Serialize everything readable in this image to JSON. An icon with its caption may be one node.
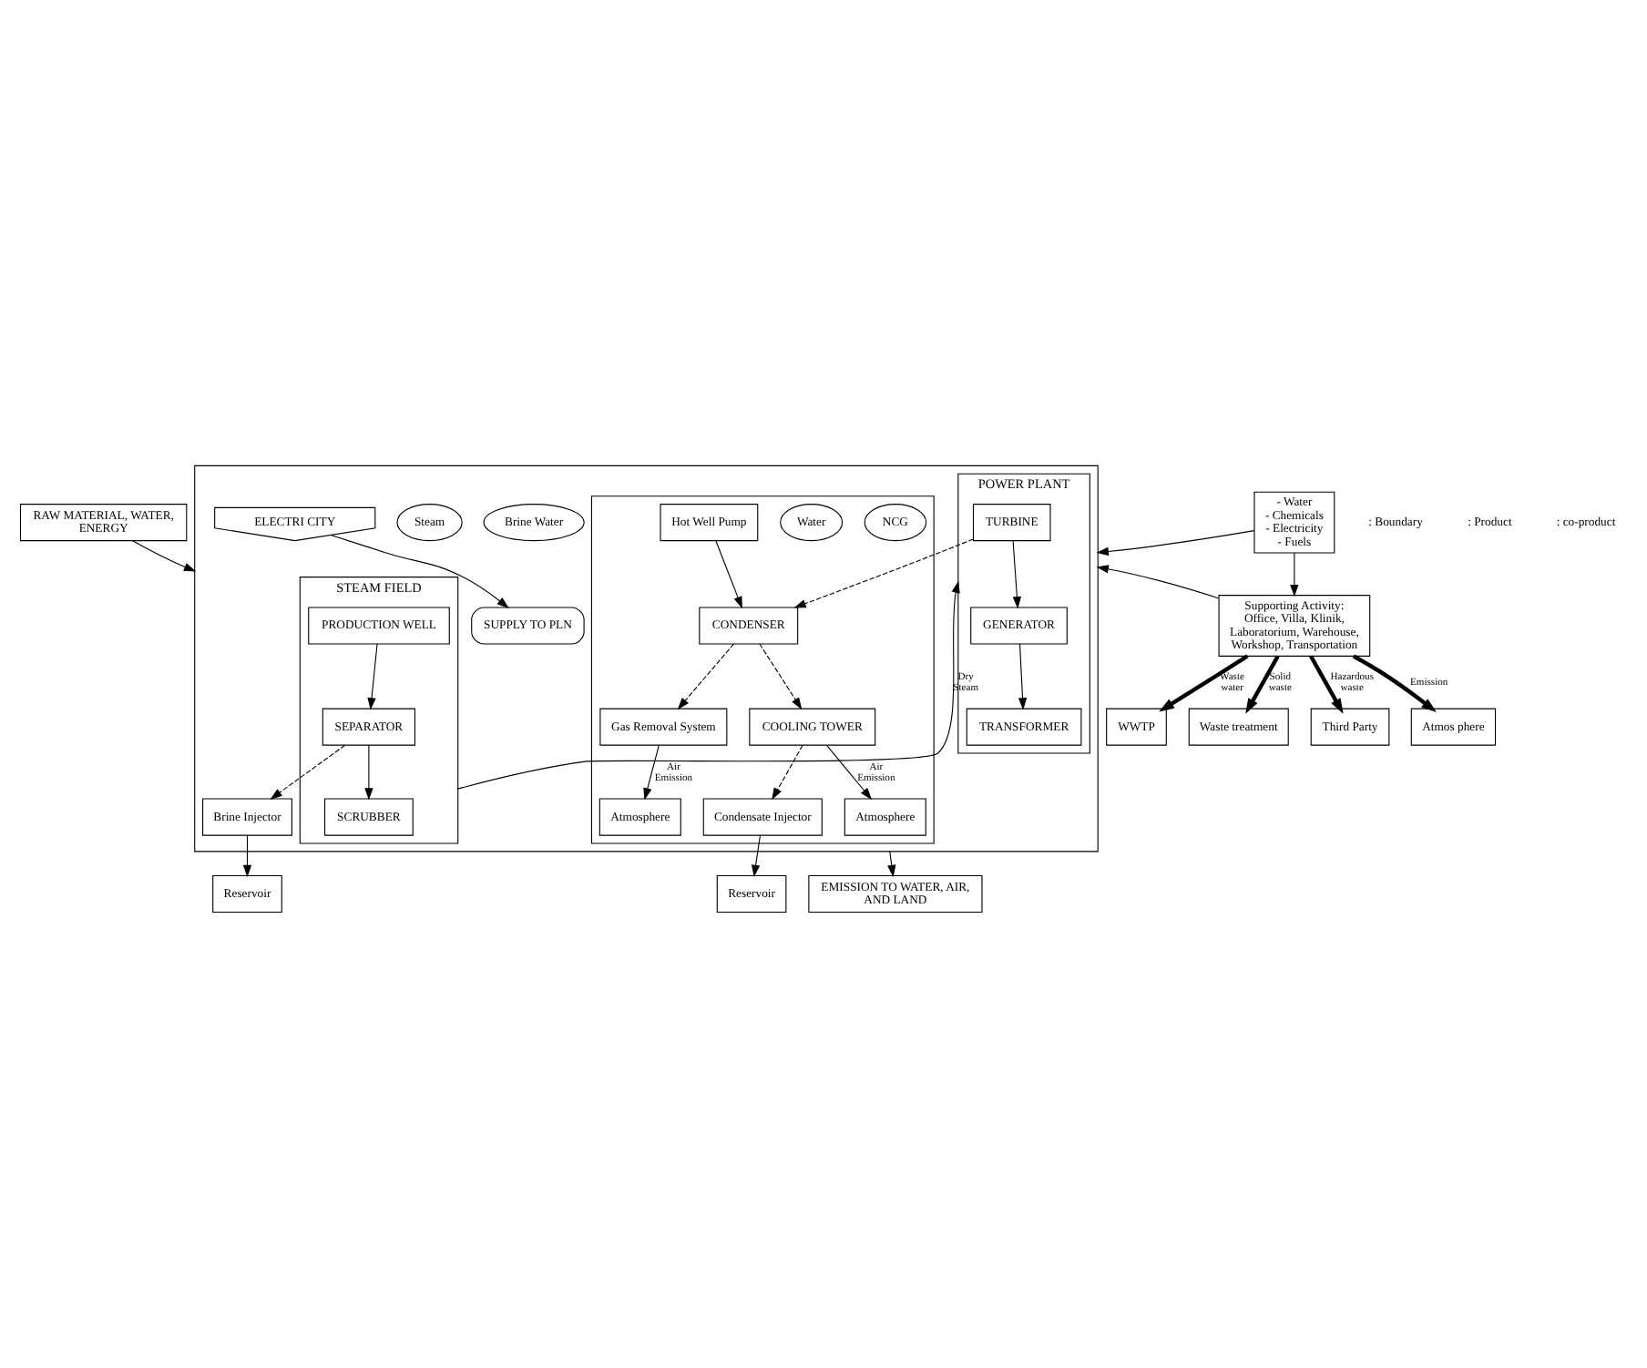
{
  "diagram": {
    "nodes": [
      {
        "text": [
          "RAW MATERIAL, WATER, ENERGY"
        ]
      },
      {
        "text": [],
        "shape": "box"
      },
      {
        "text": [
          "STEAM FIELD"
        ],
        "in": 1
      },
      {
        "text": [
          "PRODUCTION WELL"
        ],
        "in": 2
      },
      {
        "text": [
          "SEPARATOR"
        ],
        "in": 2
      },
      {
        "text": [
          "SCRUBBER"
        ],
        "in": 2
      },
      {
        "text": [
          "POWER PLANT"
        ],
        "in": 1
      },
      {
        "text": [
          "TURBINE"
        ],
        "in": 6
      },
      {
        "text": [
          "GENERATOR"
        ],
        "in": 6
      },
      {
        "text": [
          "TRANSFORMER"
        ],
        "in": 6
      },
      {
        "text": [
          "- Water",
          "- Chemicals",
          "- Electricity",
          "- Fuels"
        ]
      },
      {
        "text": [
          "Supporting Activity: Office, Villa, Klinik, Laboratorium, Warehouse, Workshop, Transportation"
        ]
      },
      {
        "text": [
          "Brine Water"
        ],
        "in": 1
      },
      {
        "text": [
          "Steam"
        ],
        "in": 1
      },
      {
        "text": [
          "ELECTRI CITY"
        ],
        "in": 1
      },
      {
        "text": [
          "SUPPLY TO PLN"
        ],
        "in": 1
      },
      {
        "text": [
          "Brine Injector"
        ],
        "in": 1
      },
      {
        "text": [],
        "shape": "box",
        "in": 1
      },
      {
        "text": [
          "CONDENSER"
        ],
        "in": 17
      },
      {
        "text": [
          "NCG"
        ],
        "in": 17
      },
      {
        "text": [
          "Water"
        ],
        "in": 17
      },
      {
        "text": [
          "Hot Well Pump"
        ],
        "in": 17
      },
      {
        "text": [
          "Gas Removal System"
        ],
        "in": 17
      },
      {
        "text": [
          "COOLING TOWER"
        ],
        "in": 17
      },
      {
        "text": [
          "Condensate Injector"
        ],
        "in": 17
      },
      {
        "text": [
          "Atmosphere"
        ],
        "in": 17
      },
      {
        "text": [
          "Atmosphere"
        ],
        "in": 17
      },
      {
        "text": [
          "EMISSION TO WATER, AIR, AND LAND"
        ]
      },
      {
        "text": [
          "Reservoir"
        ]
      },
      {
        "text": [
          "Reservoir"
        ]
      },
      {
        "text": [
          "WWTP"
        ]
      },
      {
        "text": [
          "Waste treatment"
        ]
      },
      {
        "text": [
          "Third Party"
        ]
      },
      {
        "text": [
          "Atmos phere"
        ]
      }
    ],
    "edges": [
      {
        "from": 0,
        "to": 1,
        "arrow": "to"
      },
      {
        "from": 3,
        "to": 4,
        "arrow": "to"
      },
      {
        "from": 4,
        "to": 5,
        "arrow": "to"
      },
      {
        "from": 2,
        "to": 6,
        "arrow": "to",
        "label": "Dry Steam"
      },
      {
        "from": 7,
        "to": 8,
        "arrow": "to"
      },
      {
        "from": 8,
        "to": 9,
        "arrow": "to"
      },
      {
        "from": 10,
        "to": 1,
        "arrow": "to"
      },
      {
        "from": 10,
        "to": 11,
        "arrow": "to"
      },
      {
        "from": 11,
        "to": 1,
        "arrow": "to"
      },
      {
        "from": 14,
        "to": 15,
        "arrow": "to"
      },
      {
        "from": 4,
        "to": 16,
        "arrow": "to",
        "style": "dashed"
      },
      {
        "from": 7,
        "to": 18,
        "arrow": "to",
        "style": "dashed"
      },
      {
        "from": 18,
        "to": 22,
        "arrow": "to",
        "style": "dashed"
      },
      {
        "from": 18,
        "to": 23,
        "arrow": "to",
        "style": "dashed"
      },
      {
        "from": 21,
        "to": 18,
        "arrow": "to"
      },
      {
        "from": 23,
        "to": 24,
        "arrow": "to",
        "style": "dashed"
      },
      {
        "from": 22,
        "to": 25,
        "arrow": "to",
        "label": "Air Emission"
      },
      {
        "from": 23,
        "to": 26,
        "arrow": "to",
        "label": "Air Emission"
      },
      {
        "from": 1,
        "to": 27,
        "arrow": "to"
      },
      {
        "from": 16,
        "to": 28,
        "arrow": "to"
      },
      {
        "from": 24,
        "to": 29,
        "arrow": "to"
      },
      {
        "from": 11,
        "to": 30,
        "arrow": "to",
        "label": "Waste water",
        "style": "thick"
      },
      {
        "from": 11,
        "to": 31,
        "arrow": "to",
        "label": "Solid waste",
        "style": "thick"
      },
      {
        "from": 11,
        "to": 32,
        "arrow": "to",
        "label": "Hazardous waste",
        "style": "thick"
      },
      {
        "from": 11,
        "to": 33,
        "arrow": "to",
        "label": "Emission",
        "style": "thick"
      }
    ],
    "legend": [
      {
        "text": ": Boundary"
      },
      {
        "text": ": Product"
      },
      {
        "text": ": co-product"
      }
    ]
  }
}
